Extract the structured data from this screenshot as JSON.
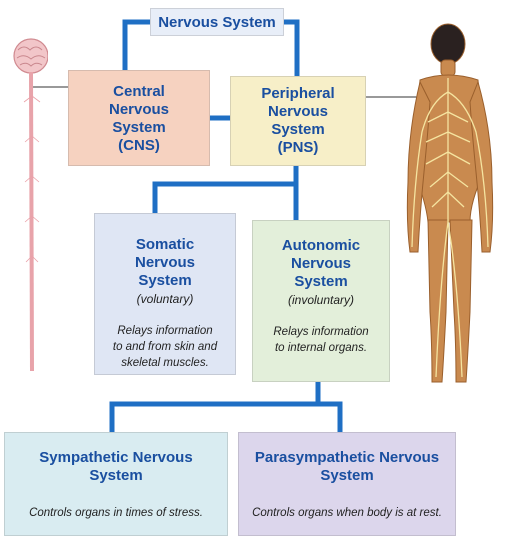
{
  "diagram": {
    "root": {
      "label": "Nervous System"
    },
    "cns": {
      "line1": "Central",
      "line2": "Nervous",
      "line3": "System",
      "line4": "(CNS)"
    },
    "pns": {
      "line1": "Peripheral",
      "line2": "Nervous",
      "line3": "System",
      "line4": "(PNS)"
    },
    "somatic": {
      "line1": "Somatic",
      "line2": "Nervous",
      "line3": "System",
      "type": "(voluntary)",
      "desc1": "Relays information",
      "desc2": "to and from skin and",
      "desc3": "skeletal muscles."
    },
    "autonomic": {
      "line1": "Autonomic",
      "line2": "Nervous",
      "line3": "System",
      "type": "(involuntary)",
      "desc1": "Relays information",
      "desc2": "to internal organs."
    },
    "sympathetic": {
      "line1": "Sympathetic Nervous",
      "line2": "System",
      "desc": "Controls organs in times of stress."
    },
    "parasympathetic": {
      "line1": "Parasympathetic Nervous",
      "line2": "System",
      "desc": "Controls organs when body is at rest."
    }
  },
  "colors": {
    "connector": "#1f6fc4",
    "title_text": "#1a4fa0",
    "cns_fill": "#f6d2c0",
    "pns_fill": "#f7efc8",
    "somatic_fill": "#dfe6f4",
    "autonomic_fill": "#e3efda",
    "sympathetic_fill": "#d9ecf1",
    "parasympathetic_fill": "#dcd6ec",
    "root_fill": "#e8eef8"
  }
}
